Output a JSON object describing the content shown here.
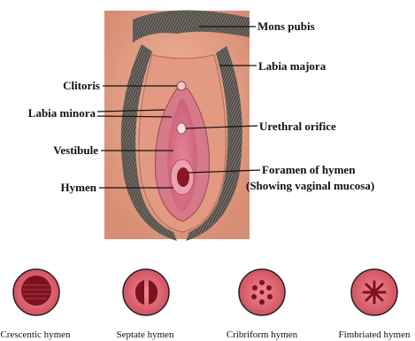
{
  "labels": {
    "mons_pubis": "Mons pubis",
    "labia_majora": "Labia majora",
    "clitoris": "Clitoris",
    "labia_minora": "Labia minora",
    "urethral_orifice": "Urethral orifice",
    "vestibule": "Vestibule",
    "foramen_line1": "Foramen of hymen",
    "foramen_line2": "(Showing vaginal mucosa)",
    "hymen": "Hymen"
  },
  "hymen_types": [
    {
      "label": "Crescentic hymen"
    },
    {
      "label": "Septate hymen"
    },
    {
      "label": "Cribriform hymen"
    },
    {
      "label": "Fimbriated hymen"
    }
  ]
}
